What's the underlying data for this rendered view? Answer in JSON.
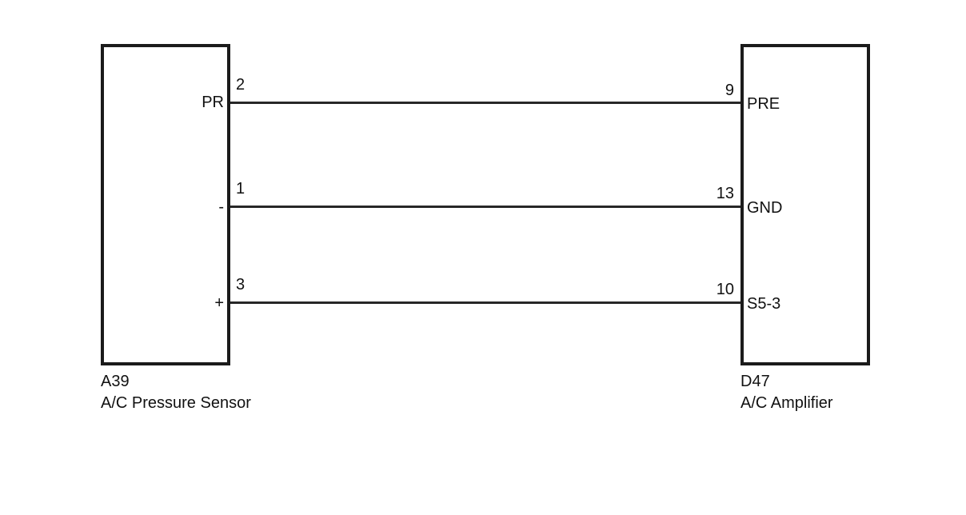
{
  "diagram": {
    "type": "automotive-wiring-diagram",
    "background_color": "#ffffff",
    "line_color": "#272727",
    "border_color": "#1b1b1b",
    "text_color": "#111111"
  },
  "left_connector": {
    "code": "A39",
    "name": "A/C Pressure Sensor",
    "pins": [
      {
        "number": "2",
        "terminal": "PR"
      },
      {
        "number": "1",
        "terminal": "-"
      },
      {
        "number": "3",
        "terminal": "+"
      }
    ]
  },
  "right_connector": {
    "code": "D47",
    "name": "A/C Amplifier",
    "pins": [
      {
        "number": "9",
        "terminal": "PRE"
      },
      {
        "number": "13",
        "terminal": "GND"
      },
      {
        "number": "10",
        "terminal": "S5-3"
      }
    ]
  },
  "wires": [
    {
      "from_pin": "2",
      "to_pin": "9"
    },
    {
      "from_pin": "1",
      "to_pin": "13"
    },
    {
      "from_pin": "3",
      "to_pin": "10"
    }
  ]
}
